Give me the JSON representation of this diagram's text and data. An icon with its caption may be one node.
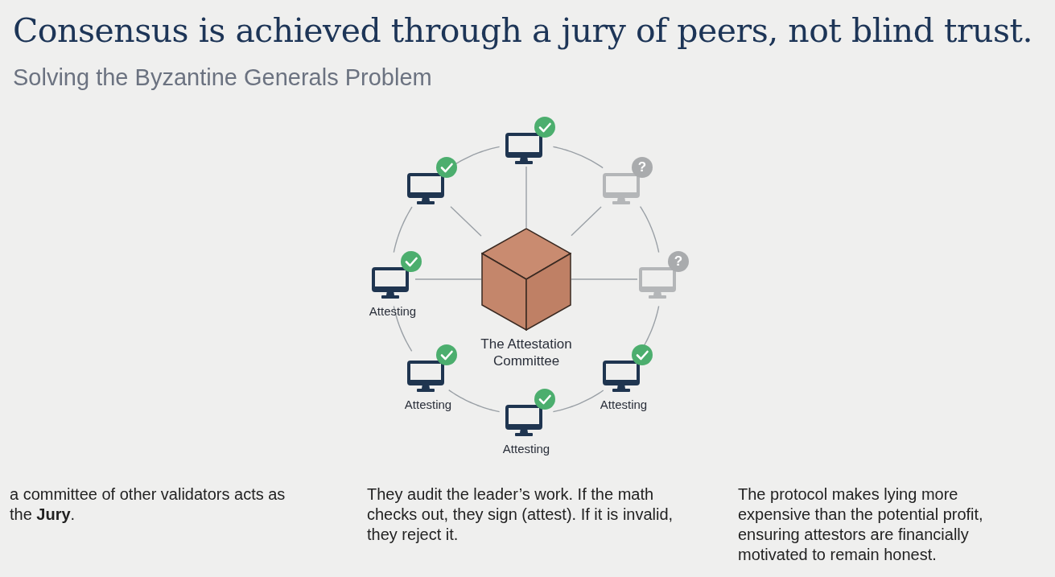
{
  "diagram": {
    "title": "Consensus is achieved through a jury of peers, not blind trust.",
    "nodes": [
      {
        "text": [],
        "shape": "cube",
        "beside": [
          "The Attestation Committee"
        ]
      },
      {
        "text": [],
        "shape": "picture"
      },
      {
        "text": [
          "?"
        ]
      },
      {
        "text": [
          "?"
        ]
      },
      {
        "text": [],
        "shape": "picture",
        "beside": [
          "Attesting"
        ]
      },
      {
        "text": [],
        "shape": "picture",
        "beside": [
          "Attesting"
        ]
      },
      {
        "text": [],
        "shape": "picture",
        "beside": [
          "Attesting"
        ]
      },
      {
        "text": [],
        "shape": "picture",
        "beside": [
          "Attesting"
        ]
      },
      {
        "text": [],
        "shape": "picture"
      }
    ],
    "edges": [
      {
        "from": 0,
        "to": 1,
        "arrow": "none"
      },
      {
        "from": 0,
        "to": 2,
        "arrow": "none"
      },
      {
        "from": 0,
        "to": 3,
        "arrow": "none"
      },
      {
        "from": 0,
        "to": 7,
        "arrow": "none"
      },
      {
        "from": 0,
        "to": 8,
        "arrow": "none"
      },
      {
        "from": 1,
        "to": 2,
        "arrow": "none"
      },
      {
        "from": 2,
        "to": 3,
        "arrow": "none"
      },
      {
        "from": 3,
        "to": 4,
        "arrow": "none"
      },
      {
        "from": 4,
        "to": 5,
        "arrow": "none"
      },
      {
        "from": 5,
        "to": 6,
        "arrow": "none"
      },
      {
        "from": 6,
        "to": 7,
        "arrow": "none"
      },
      {
        "from": 7,
        "to": 8,
        "arrow": "none"
      },
      {
        "from": 8,
        "to": 1,
        "arrow": "none"
      }
    ],
    "labels": [
      "Solving the Byzantine Generals Problem",
      "a committee of other validators acts as the **Jury**.",
      "They audit the leader’s work. If the math checks out, they sign (attest). If it is invalid, they reject it.",
      "The protocol makes lying more expensive than the potential profit, ensuring attestors are financially motivated to remain honest."
    ]
  }
}
